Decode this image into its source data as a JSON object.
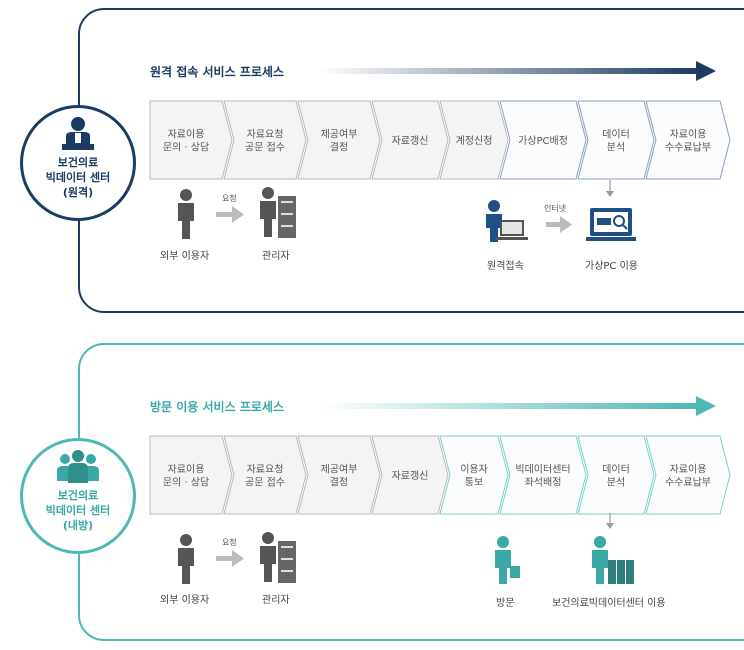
{
  "remote": {
    "circle_text": "보건의료\n빅데이터 센터\n(원격)",
    "title": "원격 접속 서비스 프로세스",
    "steps": [
      [
        "자료이용",
        "문의 · 상담"
      ],
      [
        "자료요청",
        "공문 접수"
      ],
      [
        "제공여부",
        "결정"
      ],
      [
        "자료갱신"
      ],
      [
        "계정신청"
      ],
      [
        "가상PC배정"
      ],
      [
        "데이터",
        "분석"
      ],
      [
        "자료이용",
        "수수료납부"
      ]
    ],
    "external_user": "외부 이용자",
    "request": "요청",
    "manager": "관리자",
    "remote_access": "원격접속",
    "internet": "인터넷",
    "virtual_pc_use": "가상PC 이용"
  },
  "visit": {
    "circle_text": "보건의료\n빅데이터 센터\n(내방)",
    "title": "방문 이용 서비스 프로세스",
    "steps": [
      [
        "자료이용",
        "문의 · 상담"
      ],
      [
        "자료요청",
        "공문 접수"
      ],
      [
        "제공여부",
        "결정"
      ],
      [
        "자료갱신"
      ],
      [
        "이용자",
        "통보"
      ],
      [
        "빅데이터센터",
        "좌석배정"
      ],
      [
        "데이터",
        "분석"
      ],
      [
        "자료이용",
        "수수료납부"
      ]
    ],
    "external_user": "외부 이용자",
    "request": "요청",
    "manager": "관리자",
    "visit_label": "방문",
    "center_use": "보건의료빅데이터센터 이용"
  },
  "colors": {
    "navy": "#1b3b63",
    "teal": "#4db8b4",
    "chevron_fill": "#f4f4f4",
    "chevron_stroke": "#b9b9b9"
  }
}
